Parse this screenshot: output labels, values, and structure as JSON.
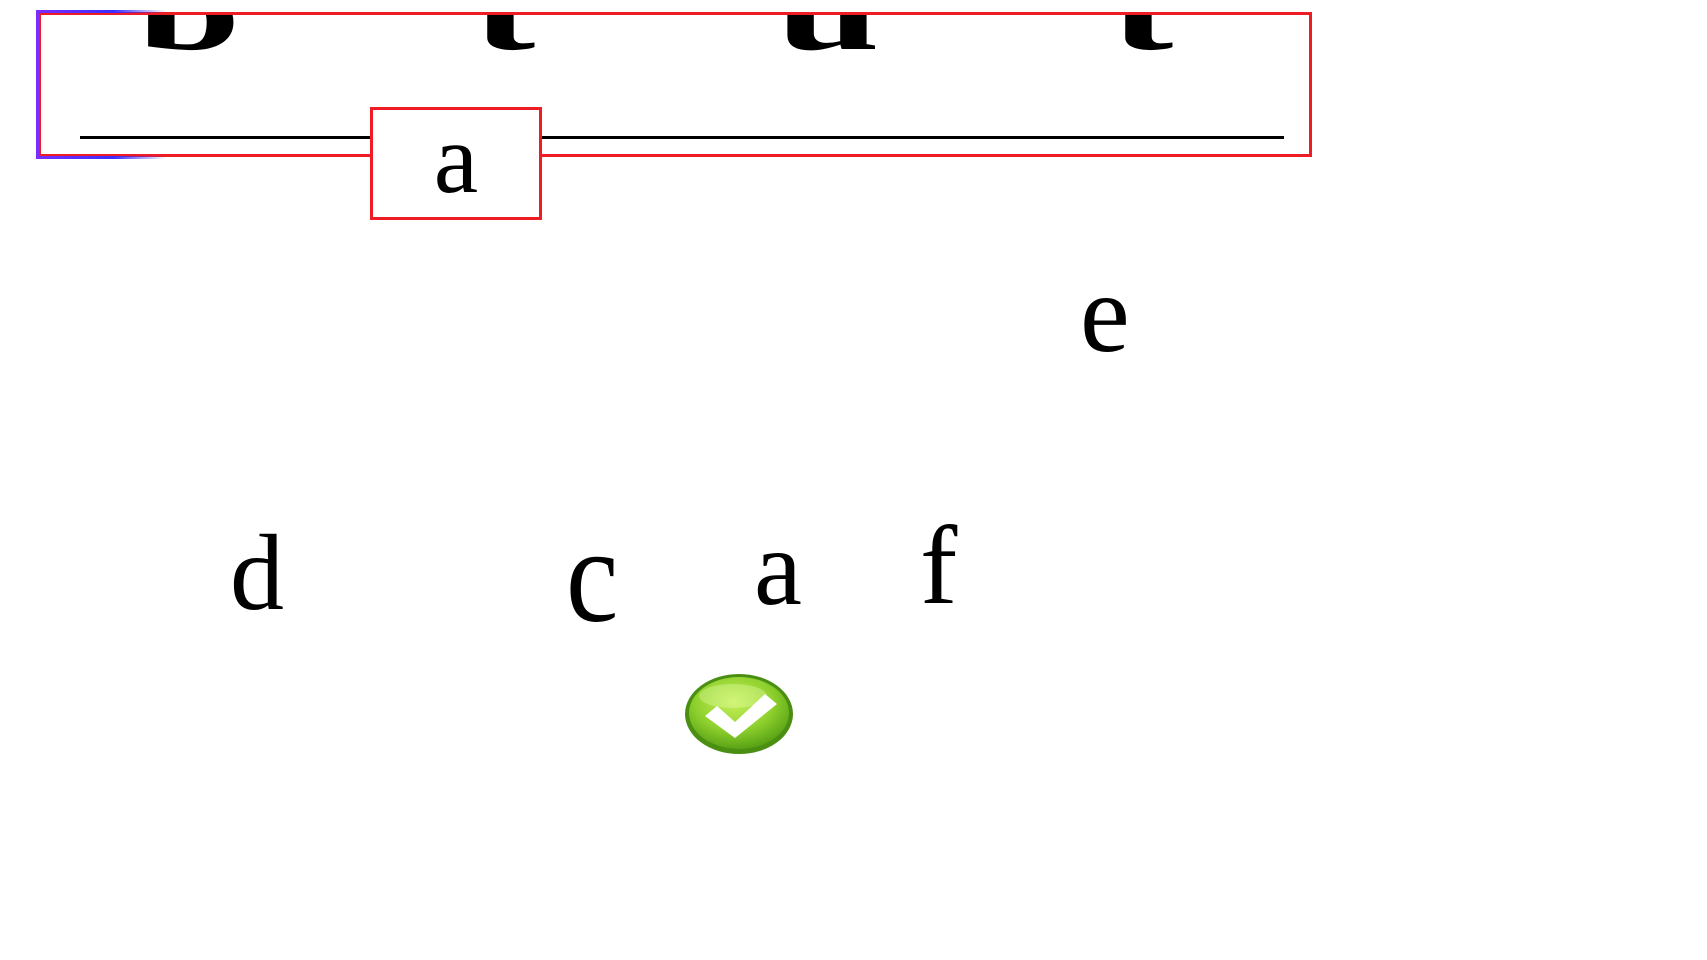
{
  "word_panel": {
    "clipped_letters": [
      "b",
      "t",
      "u",
      "t"
    ]
  },
  "answer_slot": {
    "letter": "a"
  },
  "letter_choices": [
    "e",
    "d",
    "c",
    "a",
    "f"
  ],
  "confirm": {
    "icon": "checkmark-icon",
    "color": "#7cc623"
  },
  "colors": {
    "frame": "#ee1c24",
    "frame_accent": "#7b2cff",
    "text": "#000000",
    "background": "#ffffff"
  }
}
